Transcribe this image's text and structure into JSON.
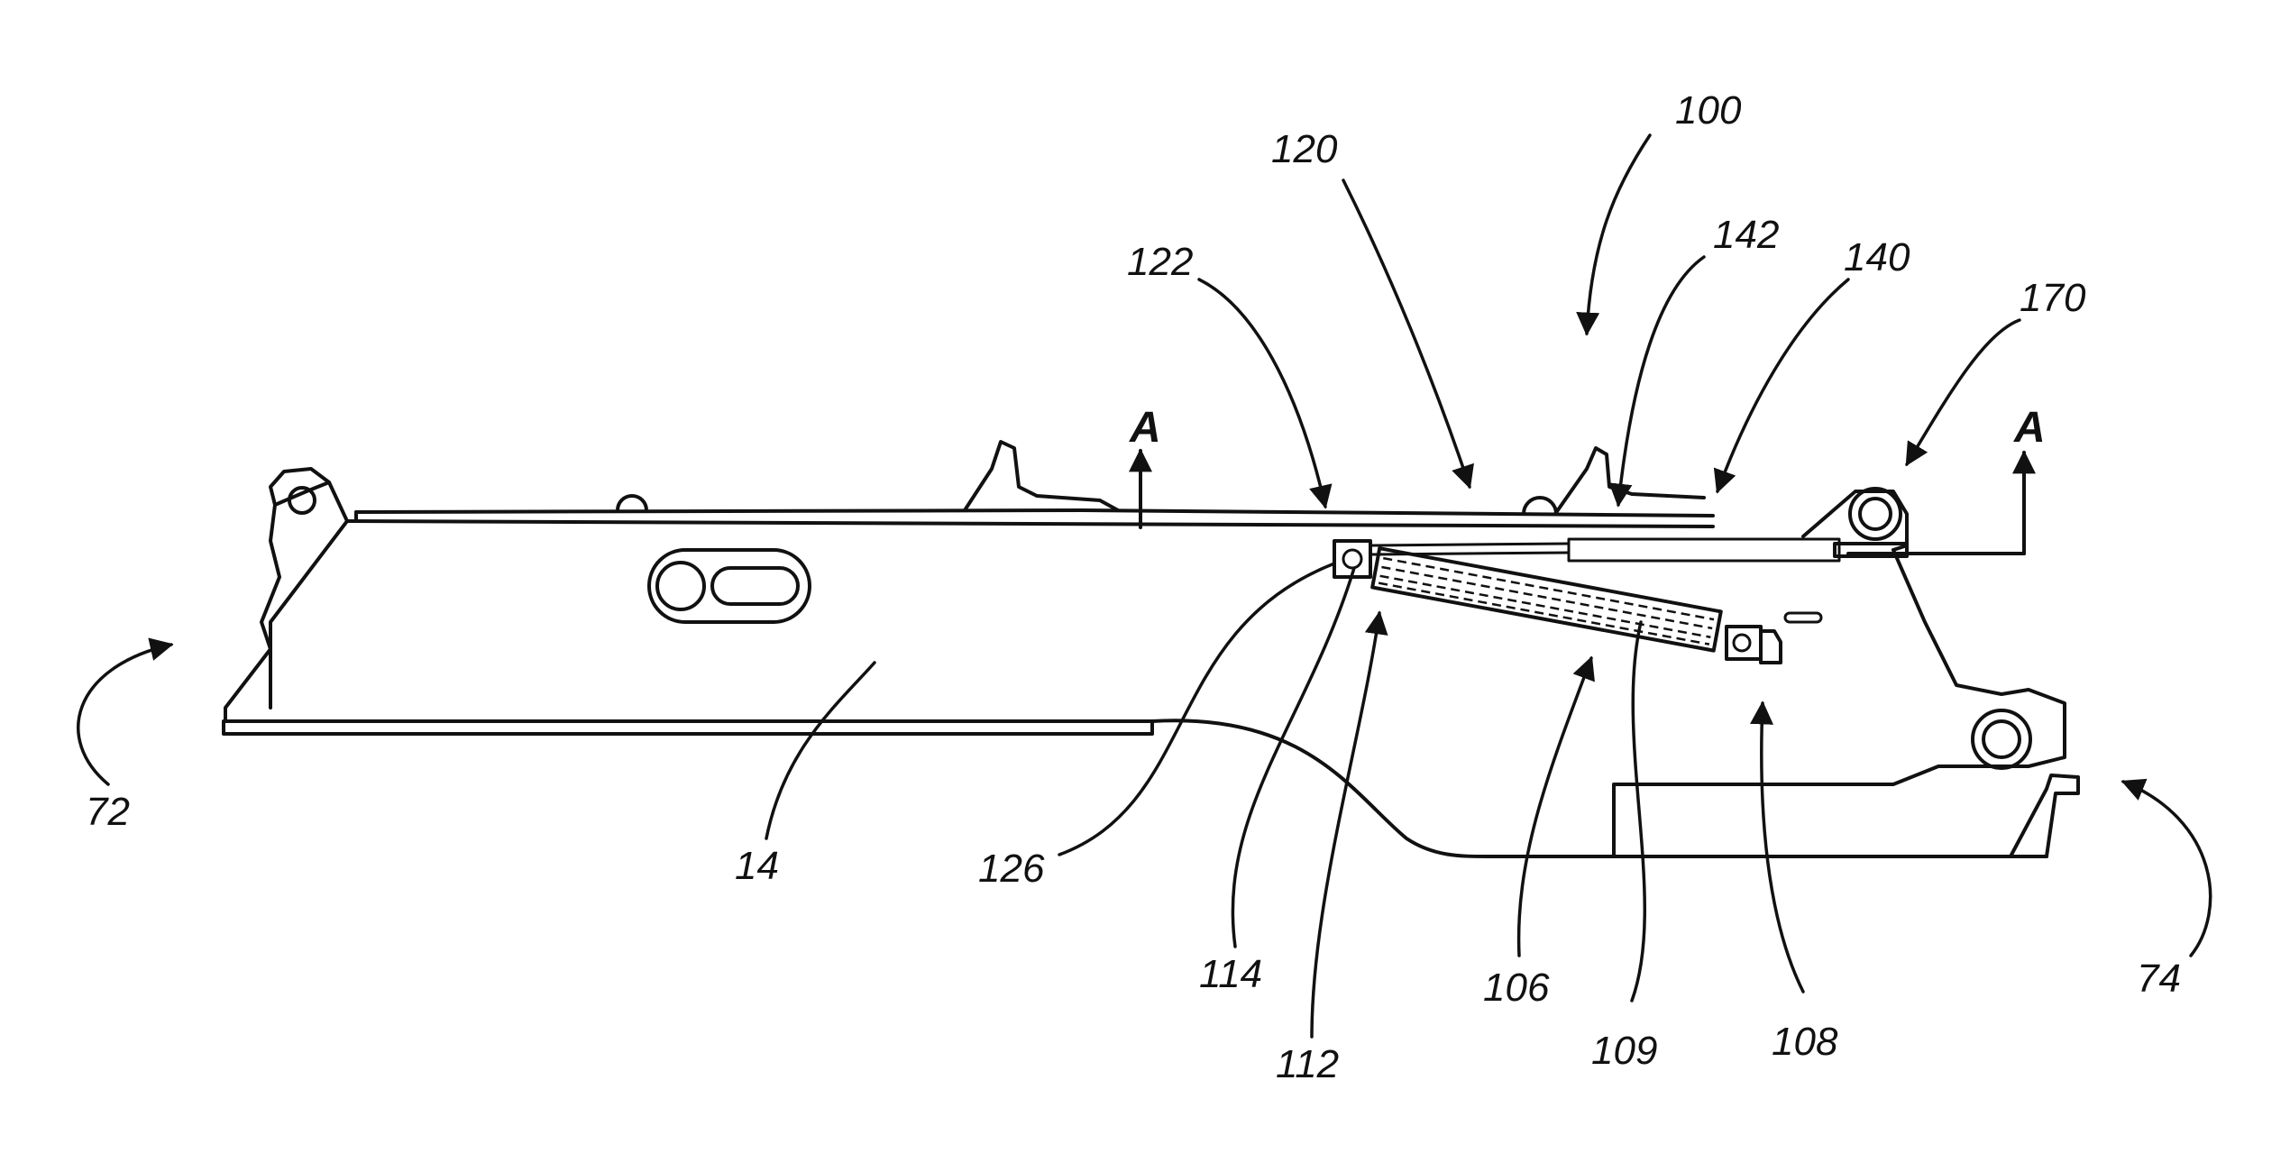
{
  "figure": {
    "labels": {
      "ref_100": "100",
      "ref_120": "120",
      "ref_142": "142",
      "ref_140": "140",
      "ref_170": "170",
      "ref_122": "122",
      "ref_72": "72",
      "ref_74": "74",
      "ref_14": "14",
      "ref_126": "126",
      "ref_114": "114",
      "ref_112": "112",
      "ref_106": "106",
      "ref_109": "109",
      "ref_108": "108"
    },
    "section_marks": {
      "left": "A",
      "right": "A"
    }
  }
}
